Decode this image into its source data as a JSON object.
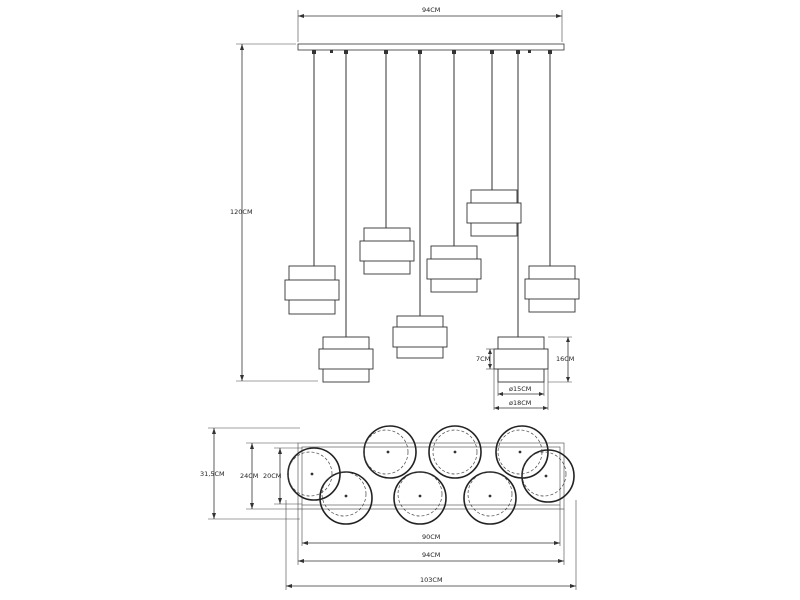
{
  "dimensions": {
    "canopy_width": "94CM",
    "total_height": "120CM",
    "shade_inner_height": "7CM",
    "shade_height": "16CM",
    "shade_inner_diameter": "ø15CM",
    "shade_outer_diameter": "ø18CM",
    "top_depth_outer": "31,5CM",
    "top_depth_mid": "24CM",
    "top_depth_inner": "20CM",
    "top_width_inner": "90CM",
    "top_width_mid": "94CM",
    "top_width_outer": "103CM"
  }
}
